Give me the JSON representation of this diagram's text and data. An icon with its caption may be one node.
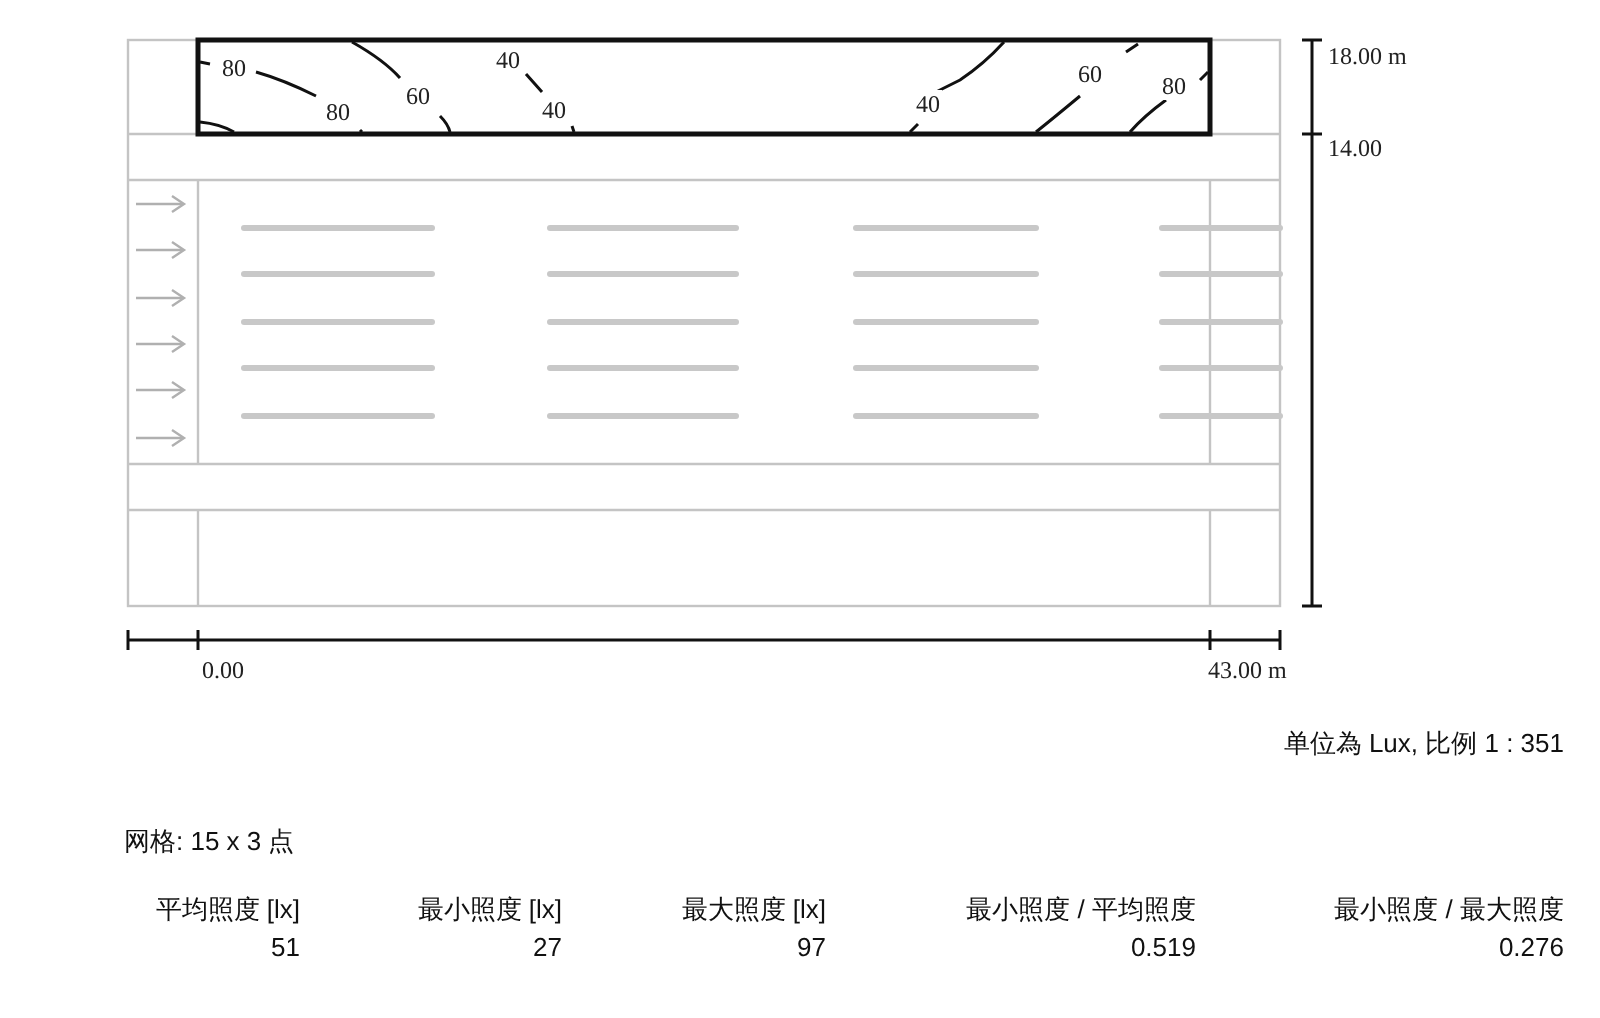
{
  "diagram": {
    "labels": [
      "40",
      "80",
      "60",
      "80",
      "60",
      "80",
      "40",
      "40",
      "18.00 m",
      "14.00",
      "0.00",
      "43.00 m",
      "单位為 Lux, 比例 1 : 351",
      "网格: 15 x 3 点",
      "平均照度 [lx]",
      "最小照度 [lx]",
      "最大照度 [lx]",
      "最小照度 / 平均照度",
      "最小照度 / 最大照度",
      "51",
      "27",
      "97",
      "0.519",
      "0.276"
    ]
  }
}
